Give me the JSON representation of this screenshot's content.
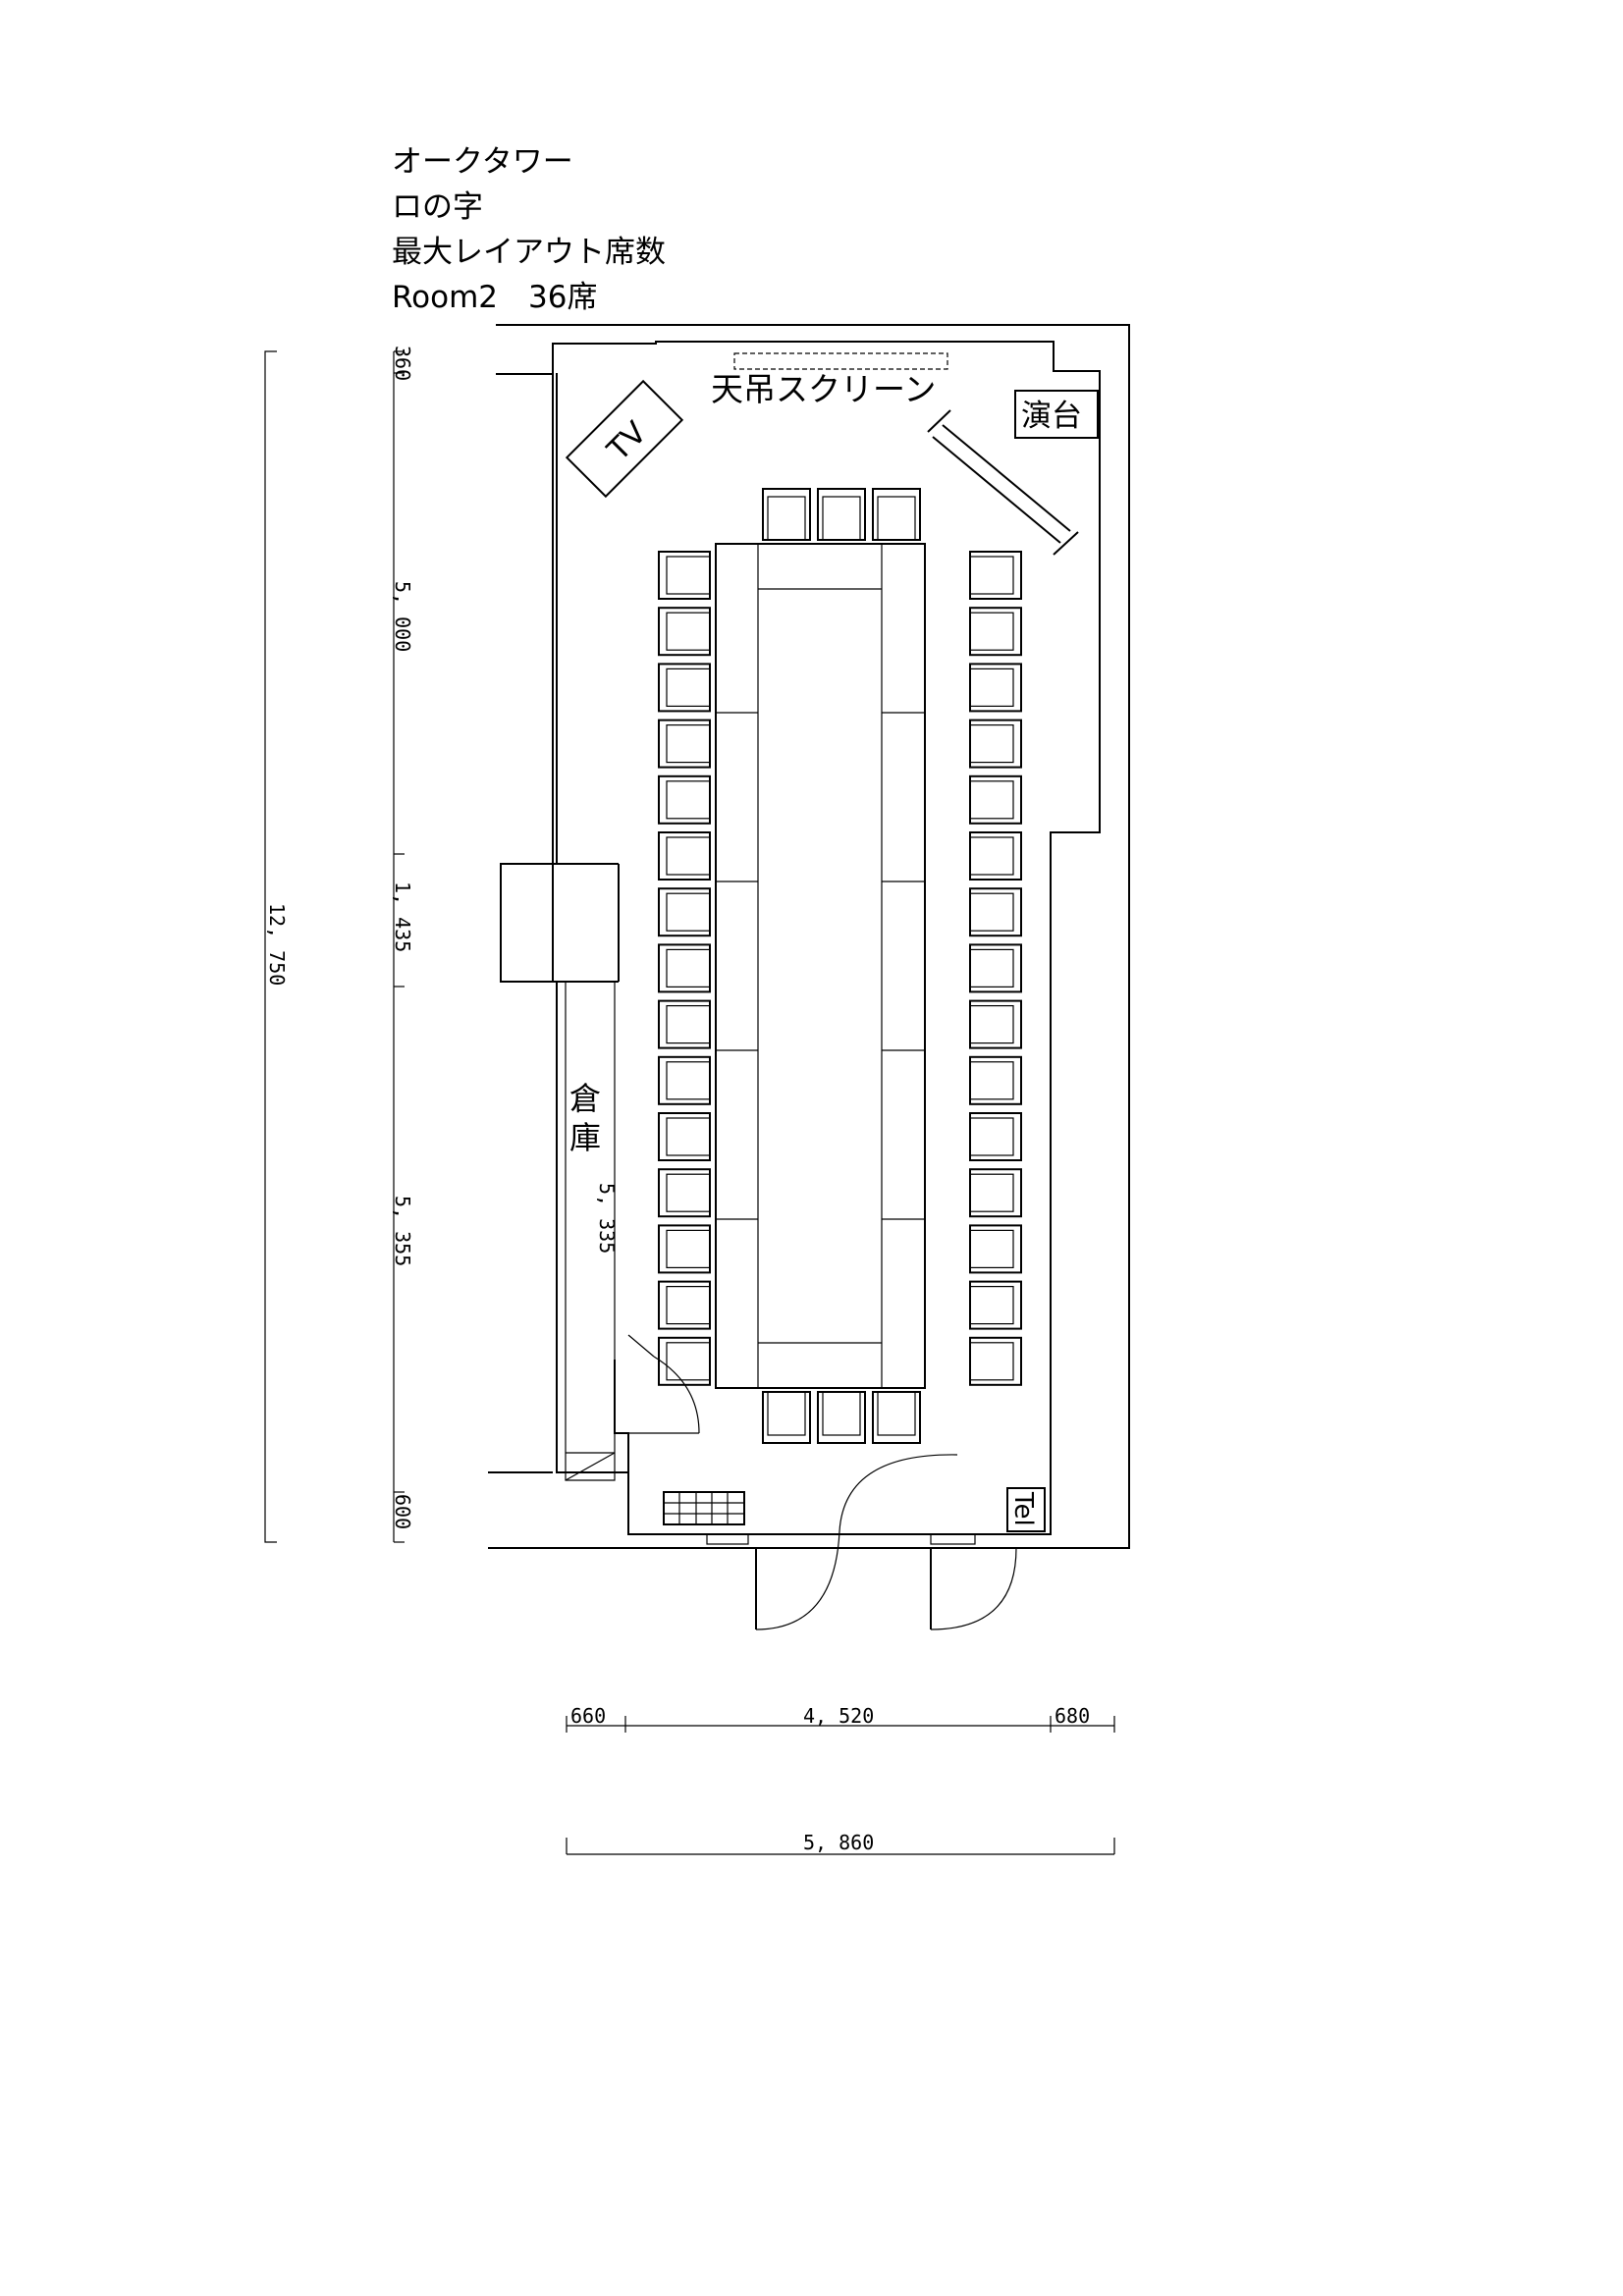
{
  "heading": {
    "line1": "オークタワー",
    "line2": "ロの字",
    "line3": "最大レイアウト席数",
    "line4": "Room2　36席"
  },
  "labels": {
    "screen": "天吊スクリーン",
    "podium": "演台",
    "tv": "TV",
    "storage": "倉庫",
    "tel": "Tel"
  },
  "dimensions": {
    "total_height": "12, 750",
    "segment_360": "360",
    "segment_5000": "5, 000",
    "segment_1435": "1, 435",
    "segment_5355": "5, 355",
    "segment_600": "600",
    "storage_length": "5, 335",
    "width_left": "660",
    "width_middle": "4, 520",
    "width_right": "680",
    "total_width": "5, 860"
  },
  "seating": {
    "total_seats": 36,
    "left_column": 15,
    "right_column": 15,
    "top_row": 3,
    "bottom_row": 3,
    "table_units": 5
  }
}
